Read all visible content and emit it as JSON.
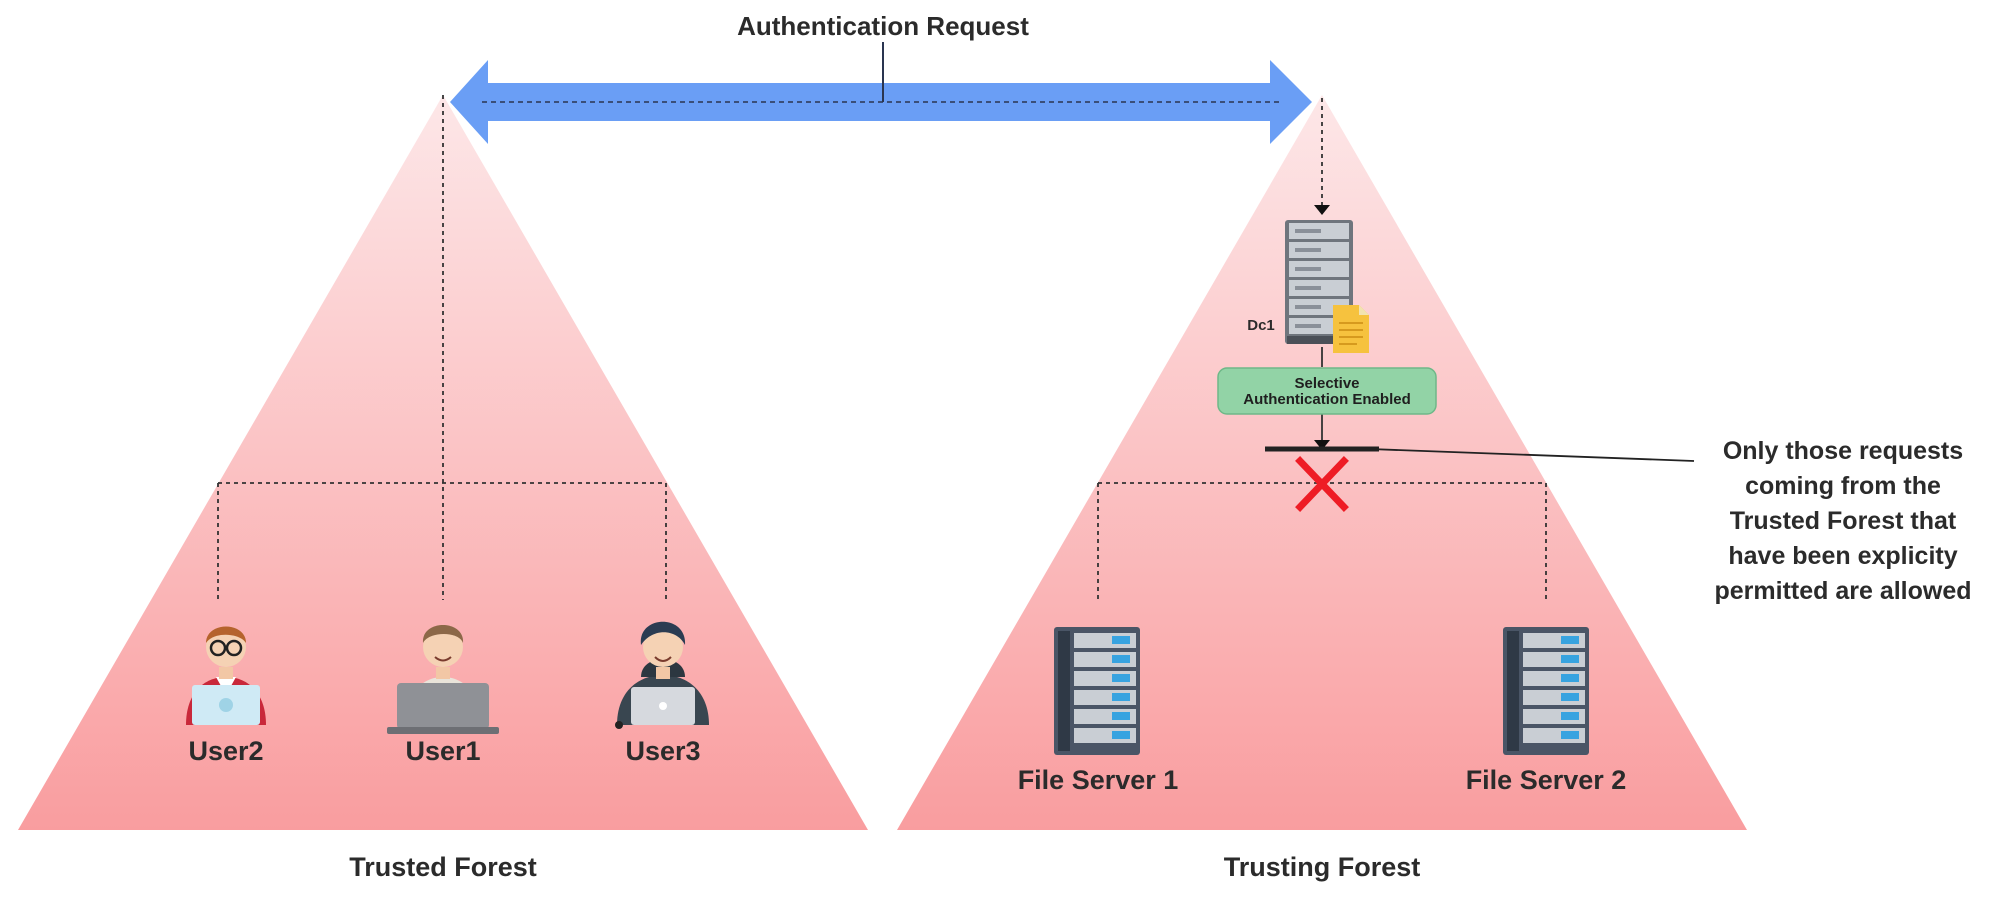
{
  "diagram": {
    "title": "Authentication Request",
    "trusted_forest": {
      "label": "Trusted Forest",
      "users": [
        {
          "label": "User2",
          "icon": "user-glasses-laptop-icon"
        },
        {
          "label": "User1",
          "icon": "user-laptop-icon"
        },
        {
          "label": "User3",
          "icon": "user-hoodie-laptop-icon"
        }
      ]
    },
    "trusting_forest": {
      "label": "Trusting Forest",
      "dc": {
        "label": "Dc1",
        "icon": "domain-controller-server-icon"
      },
      "badge_line1": "Selective",
      "badge_line2": "Authentication Enabled",
      "servers": [
        {
          "label": "File Server 1",
          "icon": "server-rack-icon"
        },
        {
          "label": "File Server 2",
          "icon": "server-rack-icon"
        }
      ]
    },
    "note_lines": [
      "Only those requests",
      "coming from the",
      "Trusted Forest that",
      "have been explicity",
      "permitted are allowed"
    ],
    "colors": {
      "arrow": "#6a9ef5",
      "forest_top": "#fde7e8",
      "forest_bottom": "#f99d9f",
      "badge_fill": "#92d3a6",
      "badge_stroke": "#6eb888",
      "block_x": "#ee1c25",
      "document": "#f6c23e"
    }
  }
}
